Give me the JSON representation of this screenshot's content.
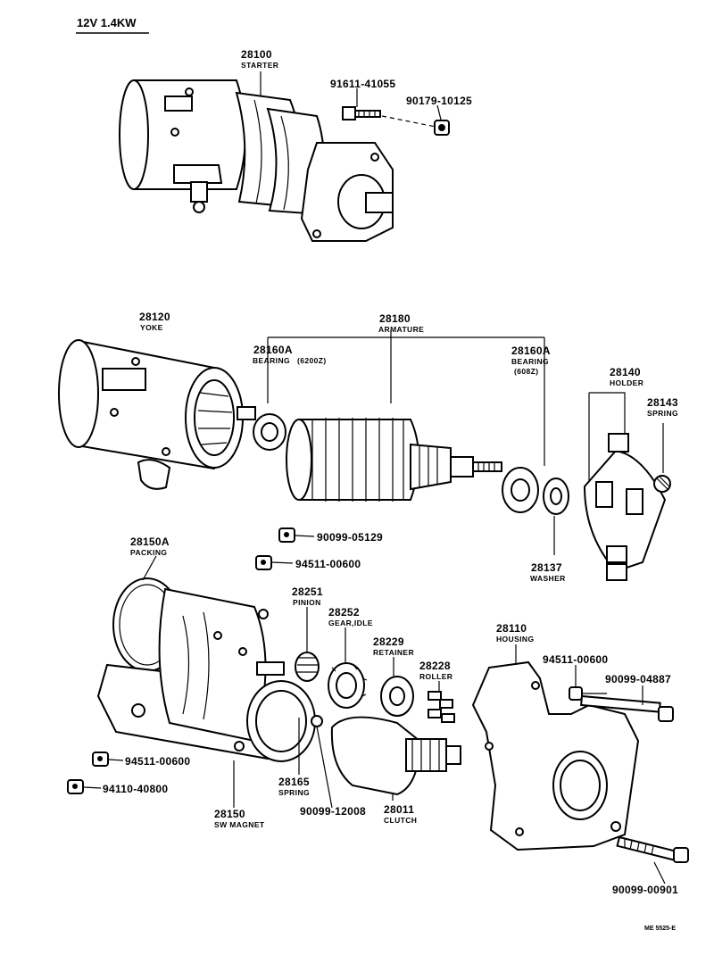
{
  "title": "12V 1.4KW",
  "code": "ME 5525-E",
  "parts": {
    "starter": {
      "num": "28100",
      "name": "STARTER"
    },
    "bolt_top": {
      "num": "91611-41055"
    },
    "nut_top": {
      "num": "90179-10125"
    },
    "yoke": {
      "num": "28120",
      "name": "YOKE"
    },
    "armature": {
      "num": "28180",
      "name": "ARMATURE"
    },
    "bearing_l": {
      "num": "28160A",
      "name": "BEARING",
      "spec": "(6200Z)"
    },
    "bearing_r": {
      "num": "28160A",
      "name": "BEARING",
      "spec": "(608Z)"
    },
    "holder": {
      "num": "28140",
      "name": "HOLDER"
    },
    "spring_b": {
      "num": "28143",
      "name": "SPRING"
    },
    "washer": {
      "num": "28137",
      "name": "WASHER"
    },
    "nut_05129": {
      "num": "90099-05129"
    },
    "nut_00600a": {
      "num": "94511-00600"
    },
    "packing": {
      "num": "28150A",
      "name": "PACKING"
    },
    "pinion": {
      "num": "28251",
      "name": "PINION"
    },
    "gear_idle": {
      "num": "28252",
      "name": "GEAR,IDLE"
    },
    "retainer": {
      "num": "28229",
      "name": "RETAINER"
    },
    "roller": {
      "num": "28228",
      "name": "ROLLER"
    },
    "housing": {
      "num": "28110",
      "name": "HOUSING"
    },
    "nut_00600b": {
      "num": "94511-00600"
    },
    "bolt_04887": {
      "num": "90099-04887"
    },
    "nut_00600c": {
      "num": "94511-00600"
    },
    "nut_40800": {
      "num": "94110-40800"
    },
    "spring_s": {
      "num": "28165",
      "name": "SPRING"
    },
    "ball": {
      "num": "90099-12008"
    },
    "clutch": {
      "num": "28011",
      "name": "CLUTCH"
    },
    "sw_magnet": {
      "num": "28150",
      "name": "SW MAGNET"
    },
    "bolt_00901": {
      "num": "90099-00901"
    }
  }
}
